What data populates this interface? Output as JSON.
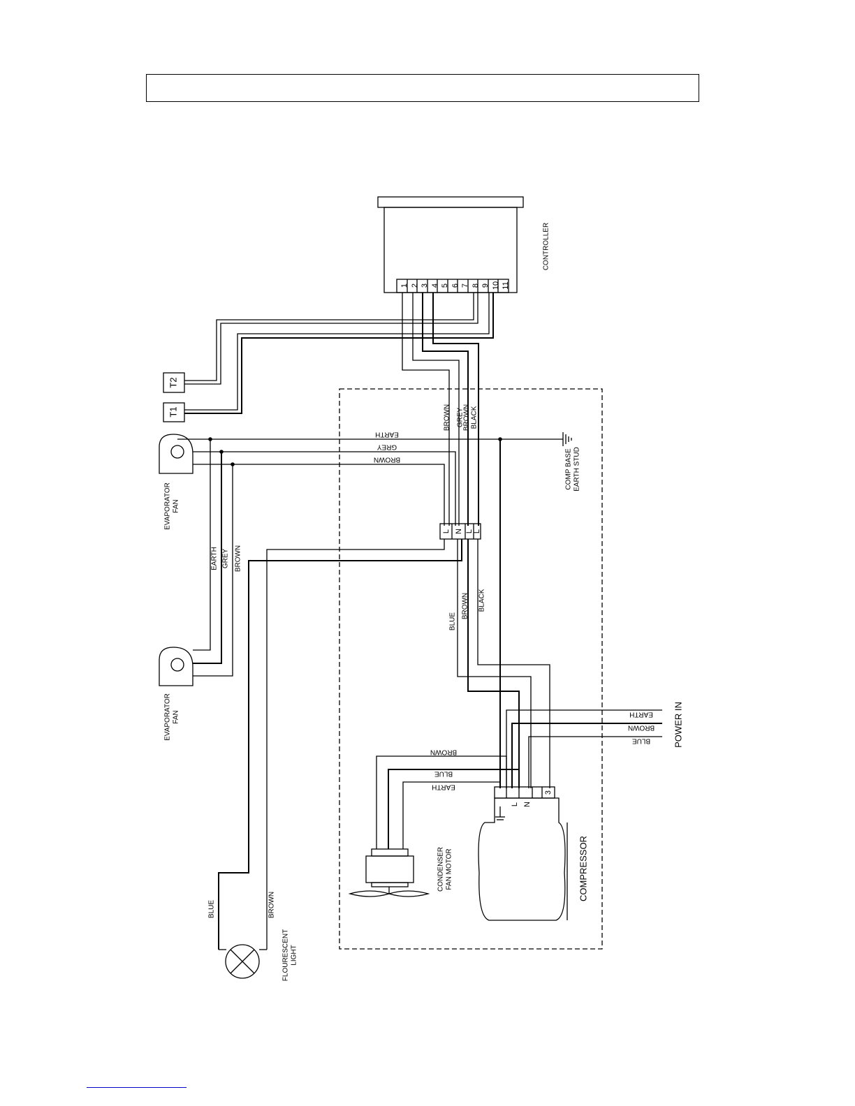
{
  "title_box_text": "",
  "labels": {
    "controller": "CONTROLLER",
    "t1": "T1",
    "t2": "T2",
    "evap_fan_1_line1": "EVAPORATOR",
    "evap_fan_1_line2": "FAN",
    "evap_fan_2_line1": "EVAPORATOR",
    "evap_fan_2_line2": "FAN",
    "light_line1": "FLOURESCENT",
    "light_line2": "LIGHT",
    "comp_base_line1": "COMP BASE",
    "comp_base_line2": "EARTH STUD",
    "power_in": "POWER IN",
    "compressor": "COMPRESSOR",
    "cond_fan_line1": "CONDENSER",
    "cond_fan_line2": "FAN MOTOR"
  },
  "controller_terminals": [
    "1",
    "2",
    "3",
    "4",
    "5",
    "6",
    "7",
    "8",
    "9",
    "10",
    "11"
  ],
  "terminal_block": [
    "L",
    "N",
    "L",
    "L"
  ],
  "compressor_terminals": [
    "L",
    "N",
    "3"
  ],
  "wire_labels": {
    "brown_ctrl": "BROWN",
    "grey_ctrl": "GREY",
    "brown_ctrl2": "BROWN",
    "black_ctrl": "BLACK",
    "earth_top": "EARTH",
    "grey_top": "GREY",
    "brown_top": "BROWN",
    "earth_v": "EARTH",
    "grey_v": "GREY",
    "brown_v": "BROWN",
    "blue_mid": "BLUE",
    "brown_mid": "BROWN",
    "black_mid": "BLACK",
    "earth_power": "EARTH",
    "brown_power": "BROWN",
    "blue_power": "BLUE",
    "brown_cond": "BROWN",
    "blue_cond": "BLUE",
    "earth_cond": "EARTH",
    "blue_light": "BLUE",
    "brown_light": "BROWN"
  }
}
